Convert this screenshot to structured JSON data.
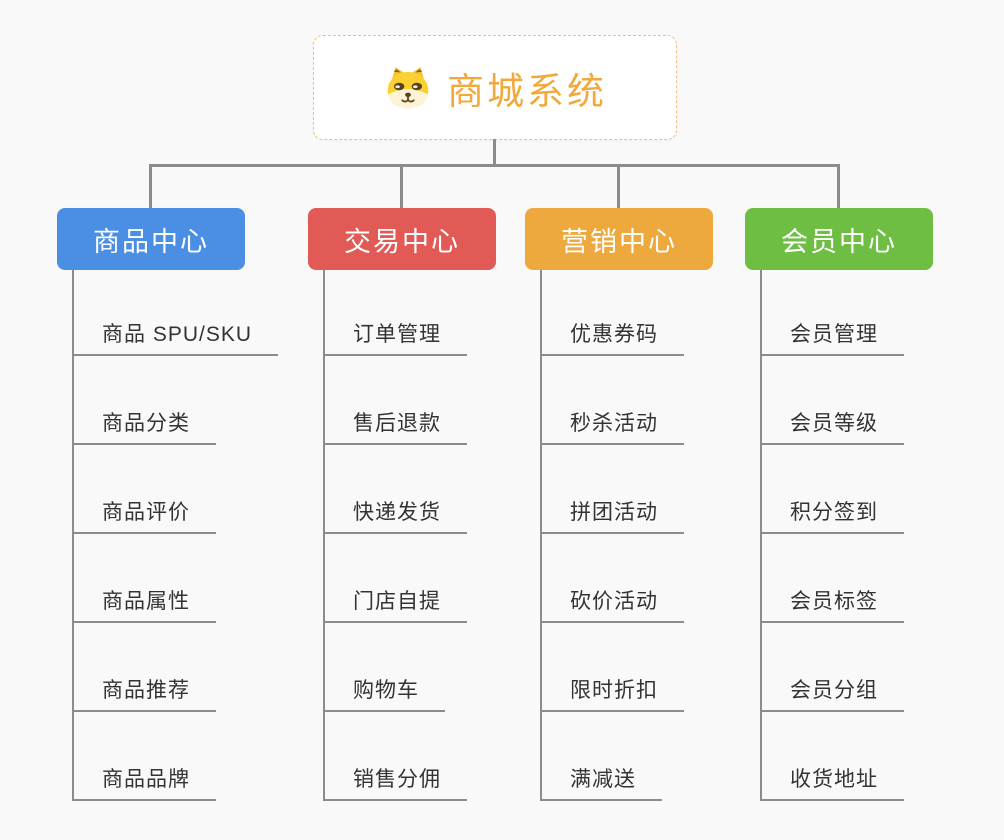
{
  "root": {
    "title": "商城系统",
    "accent": "#f2a93c",
    "icon": "dog-face-icon"
  },
  "branches": [
    {
      "label": "商品中心",
      "color": "#4a8fe4",
      "children": [
        "商品 SPU/SKU",
        "商品分类",
        "商品评价",
        "商品属性",
        "商品推荐",
        "商品品牌"
      ]
    },
    {
      "label": "交易中心",
      "color": "#e25a55",
      "children": [
        "订单管理",
        "售后退款",
        "快递发货",
        "门店自提",
        "购物车",
        "销售分佣"
      ]
    },
    {
      "label": "营销中心",
      "color": "#eda93d",
      "children": [
        "优惠券码",
        "秒杀活动",
        "拼团活动",
        "砍价活动",
        "限时折扣",
        "满减送"
      ]
    },
    {
      "label": "会员中心",
      "color": "#6fbe44",
      "children": [
        "会员管理",
        "会员等级",
        "积分签到",
        "会员标签",
        "会员分组",
        "收货地址"
      ]
    }
  ],
  "connector_color": "#8c8c8c"
}
